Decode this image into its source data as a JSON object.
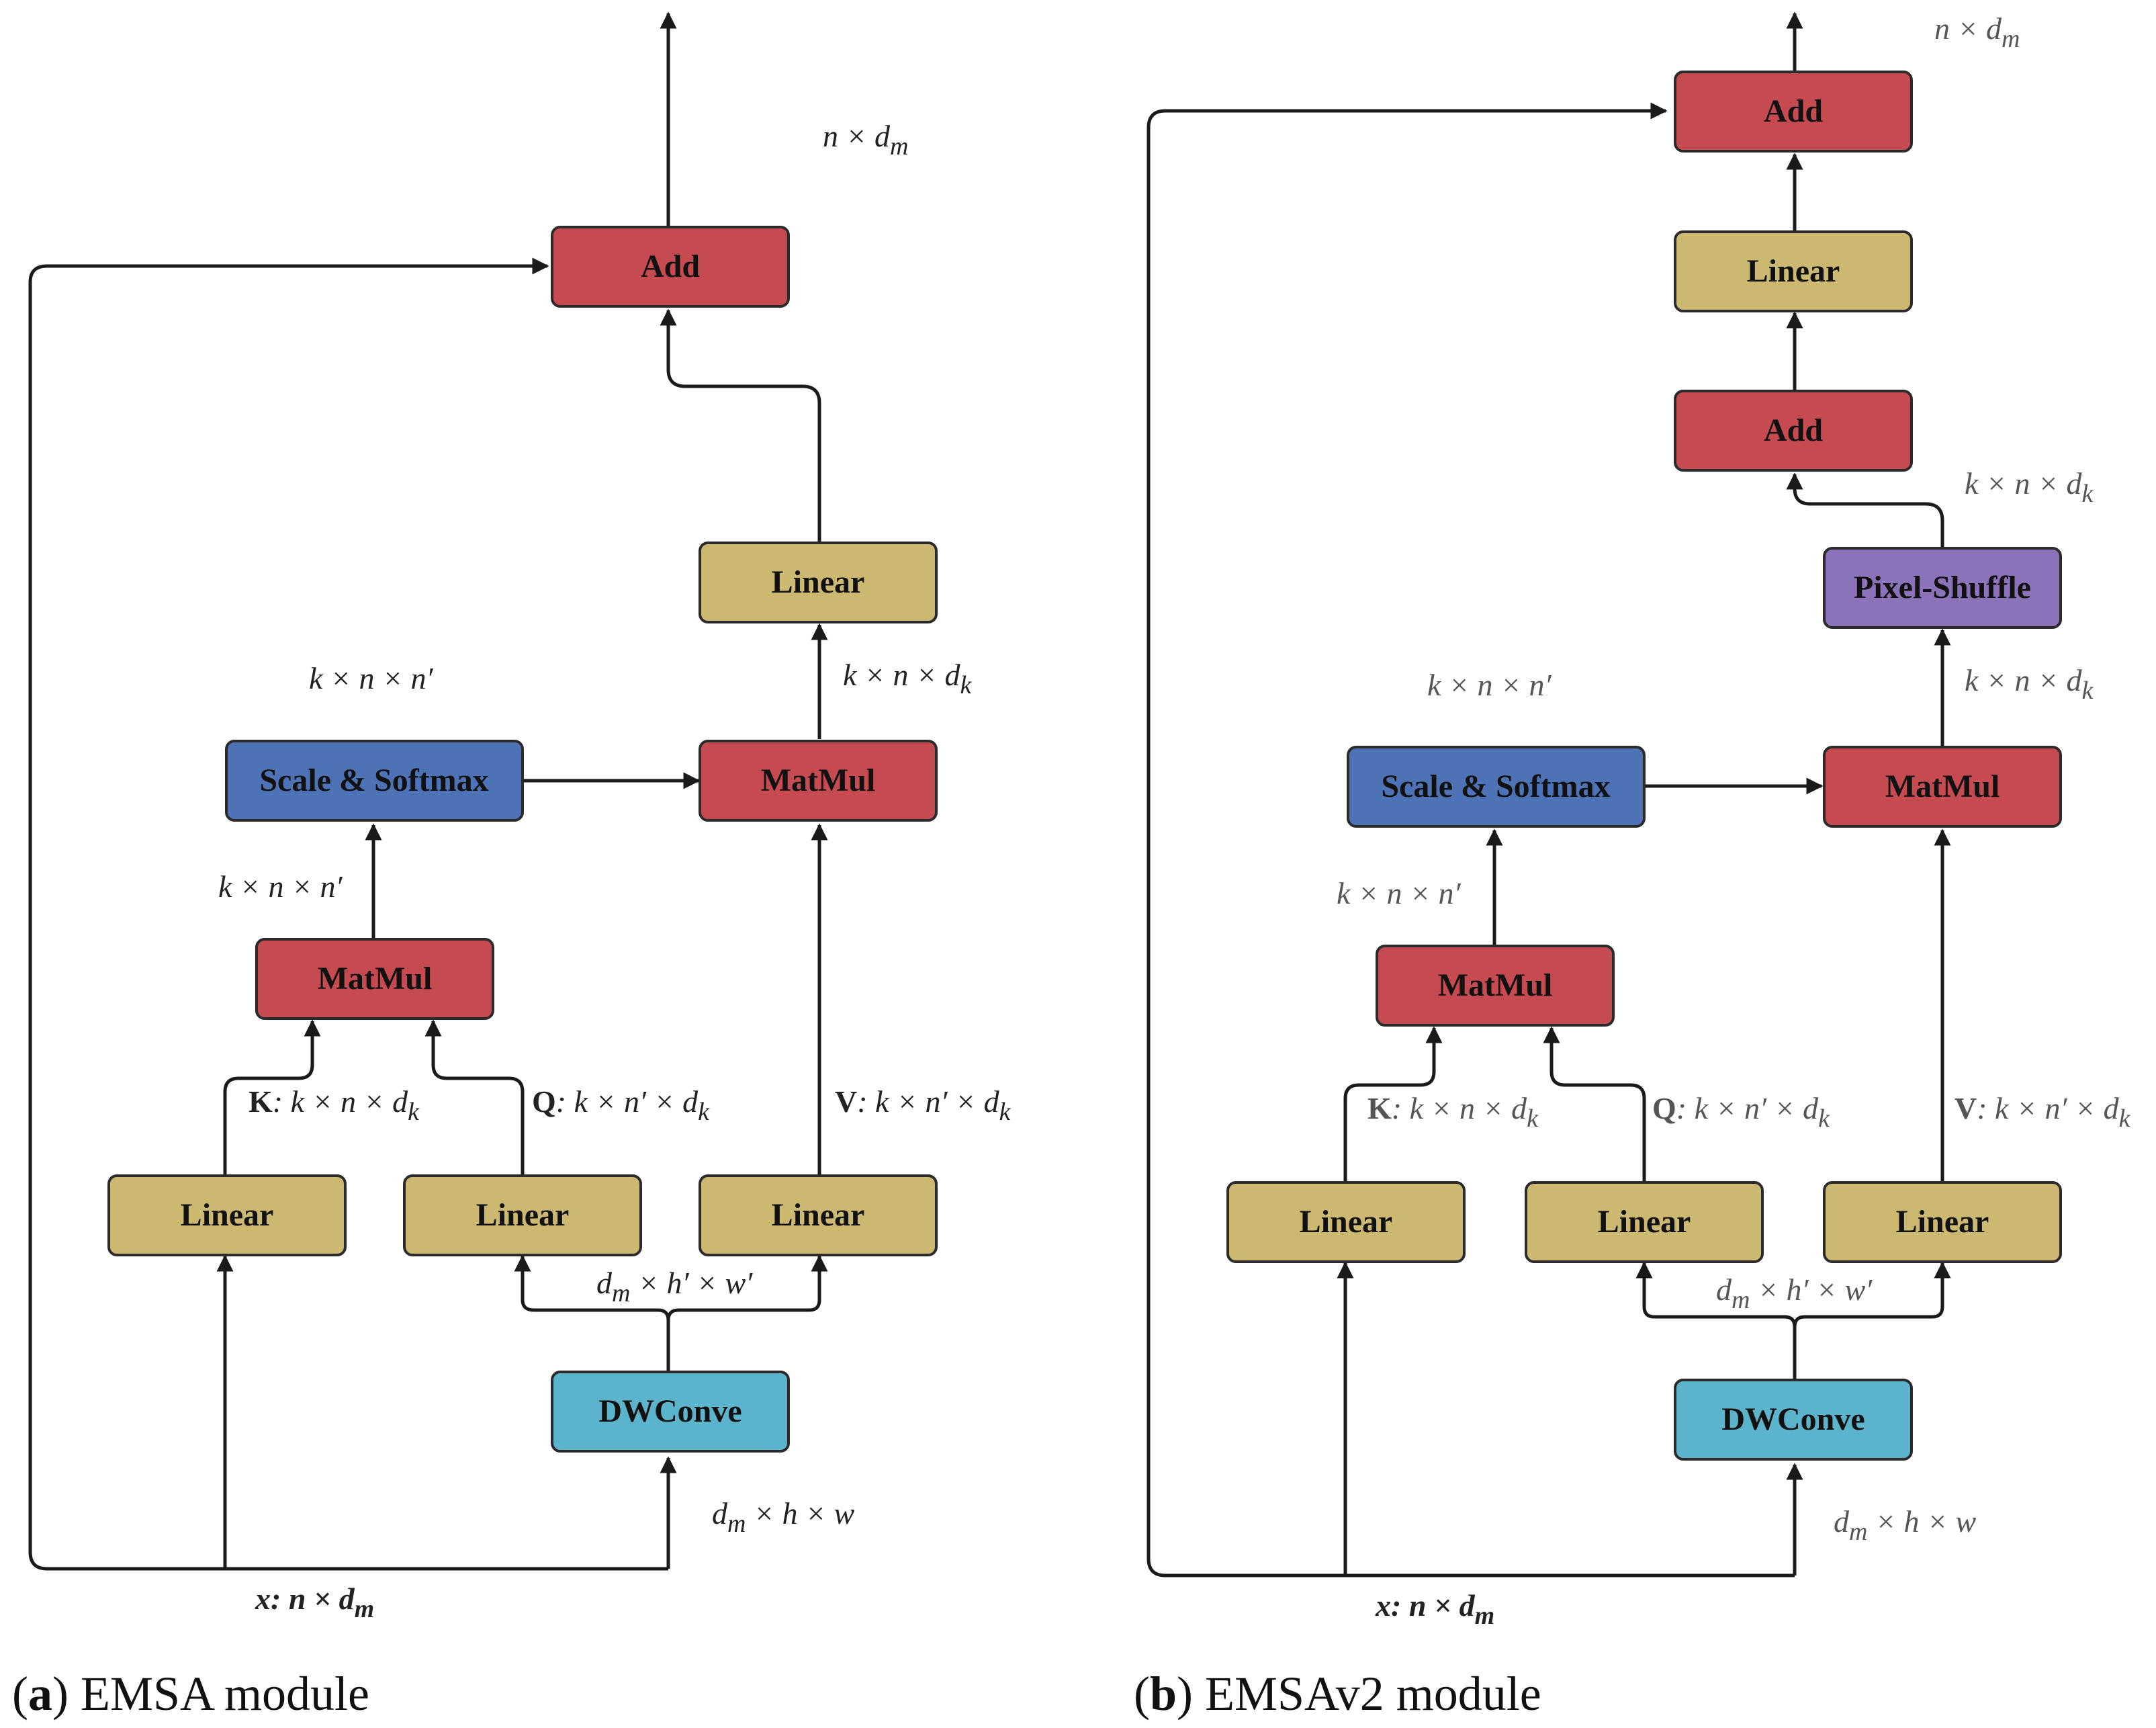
{
  "colors": {
    "red": "#c64b51",
    "tan": "#cdb872",
    "blue": "#4d72b6",
    "cyan": "#5cb3cc",
    "purple": "#8a73b8"
  },
  "panel_a": {
    "caption_key": "a",
    "caption_text": " EMSA module",
    "boxes": {
      "add": "Add",
      "linear_out": "Linear",
      "matmul_top": "MatMul",
      "scale_softmax": "Scale & Softmax",
      "matmul_bottom": "MatMul",
      "linear_k": "Linear",
      "linear_q": "Linear",
      "linear_v": "Linear",
      "dwconv": "DWConve"
    },
    "labels": {
      "out_dim": "n × d",
      "out_dim_sub": "m",
      "softmax_dim": "k × n × n′",
      "matmul_bottom_dim": "k × n × n′",
      "matmul_top_dim": "k × n × d",
      "matmul_top_dim_sub": "k",
      "k_letter": "K",
      "k_dim": ": k × n × d",
      "k_dim_sub": "k",
      "q_letter": "Q",
      "q_dim": ": k × n′ × d",
      "q_dim_sub": "k",
      "v_letter": "V",
      "v_dim": ": k × n′ × d",
      "v_dim_sub": "k",
      "conv_out_dim_pre": "d",
      "conv_out_dim_sub": "m",
      "conv_out_dim_post": " × h′ × w′",
      "conv_in_dim_pre": "d",
      "conv_in_dim_sub": "m",
      "conv_in_dim_post": " × h × w",
      "input_pre": "x: n × d",
      "input_sub": "m"
    }
  },
  "panel_b": {
    "caption_key": "b",
    "caption_text": " EMSAv2 module",
    "boxes": {
      "add_top": "Add",
      "linear_out": "Linear",
      "add_mid": "Add",
      "pixel_shuffle": "Pixel-Shuffle",
      "matmul_top": "MatMul",
      "scale_softmax": "Scale & Softmax",
      "matmul_bottom": "MatMul",
      "linear_k": "Linear",
      "linear_q": "Linear",
      "linear_v": "Linear",
      "dwconv": "DWConve"
    },
    "labels": {
      "out_dim": "n × d",
      "out_dim_sub": "m",
      "shuffle_out_dim": "k × n × d",
      "shuffle_out_dim_sub": "k",
      "matmul_top_dim": "k × n × d",
      "matmul_top_dim_sub": "k",
      "softmax_dim": "k × n × n′",
      "matmul_bottom_dim": "k × n × n′",
      "k_letter": "K",
      "k_dim": ": k × n × d",
      "k_dim_sub": "k",
      "q_letter": "Q",
      "q_dim": ": k × n′ × d",
      "q_dim_sub": "k",
      "v_letter": "V",
      "v_dim": ": k × n′ × d",
      "v_dim_sub": "k",
      "conv_out_dim_pre": "d",
      "conv_out_dim_sub": "m",
      "conv_out_dim_post": " × h′ × w′",
      "conv_in_dim_pre": "d",
      "conv_in_dim_sub": "m",
      "conv_in_dim_post": " × h × w",
      "input_pre": "x: n × d",
      "input_sub": "m"
    }
  }
}
